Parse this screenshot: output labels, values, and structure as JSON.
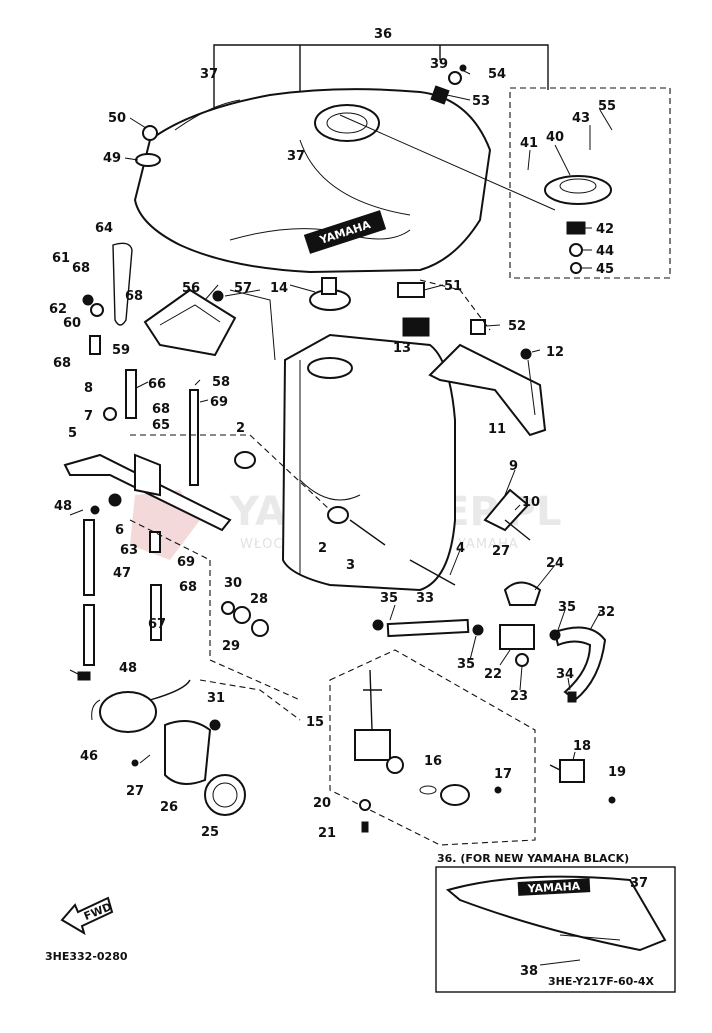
{
  "diagram": {
    "drawing_code": "3HE332-0280",
    "inset_title": "36. (FOR NEW YAMAHA BLACK)",
    "inset_code": "3HE-Y217F-60-4X",
    "fwd_label": "FWD",
    "tank_logo": "YAMAHA",
    "inset_logo": "YAMAHA",
    "watermark": "YAMASKLEP.PL",
    "watermark_sub": "WŁOCŁAWEK | ... Z | DEALER YAMAHA",
    "part_labels": {
      "l36": "36",
      "l37a": "37",
      "l37b": "37",
      "l39": "39",
      "l54": "54",
      "l53": "53",
      "l55": "55",
      "l43": "43",
      "l40": "40",
      "l41": "41",
      "l42": "42",
      "l44": "44",
      "l45": "45",
      "l50": "50",
      "l49": "49",
      "l64": "64",
      "l61": "61",
      "l68a": "68",
      "l68b": "68",
      "l62": "62",
      "l60": "60",
      "l59": "59",
      "l56": "56",
      "l57": "57",
      "l14": "14",
      "l51": "51",
      "l52": "52",
      "l13": "13",
      "l12": "12",
      "l11": "11",
      "l68c": "68",
      "l66": "66",
      "l8": "8",
      "l58": "58",
      "l69a": "69",
      "l68d": "68",
      "l65": "65",
      "l7": "7",
      "l5": "5",
      "l2a": "2",
      "l9": "9",
      "l10": "10",
      "l48a": "48",
      "l6": "6",
      "l63": "63",
      "l69b": "69",
      "l2b": "2",
      "l3": "3",
      "l4": "4",
      "l27a": "27",
      "l24": "24",
      "l47": "47",
      "l68e": "68",
      "l30": "30",
      "l28": "28",
      "l29": "29",
      "l35a": "35",
      "l33": "33",
      "l35b": "35",
      "l32": "32",
      "l67": "67",
      "l35c": "35",
      "l22": "22",
      "l34": "34",
      "l23": "23",
      "l48b": "48",
      "l31": "31",
      "l15": "15",
      "l46": "46",
      "l18": "18",
      "l16": "16",
      "l17": "17",
      "l19": "19",
      "l27b": "27",
      "l26": "26",
      "l20": "20",
      "l25": "25",
      "l21": "21",
      "l37c": "37",
      "l38": "38"
    }
  }
}
